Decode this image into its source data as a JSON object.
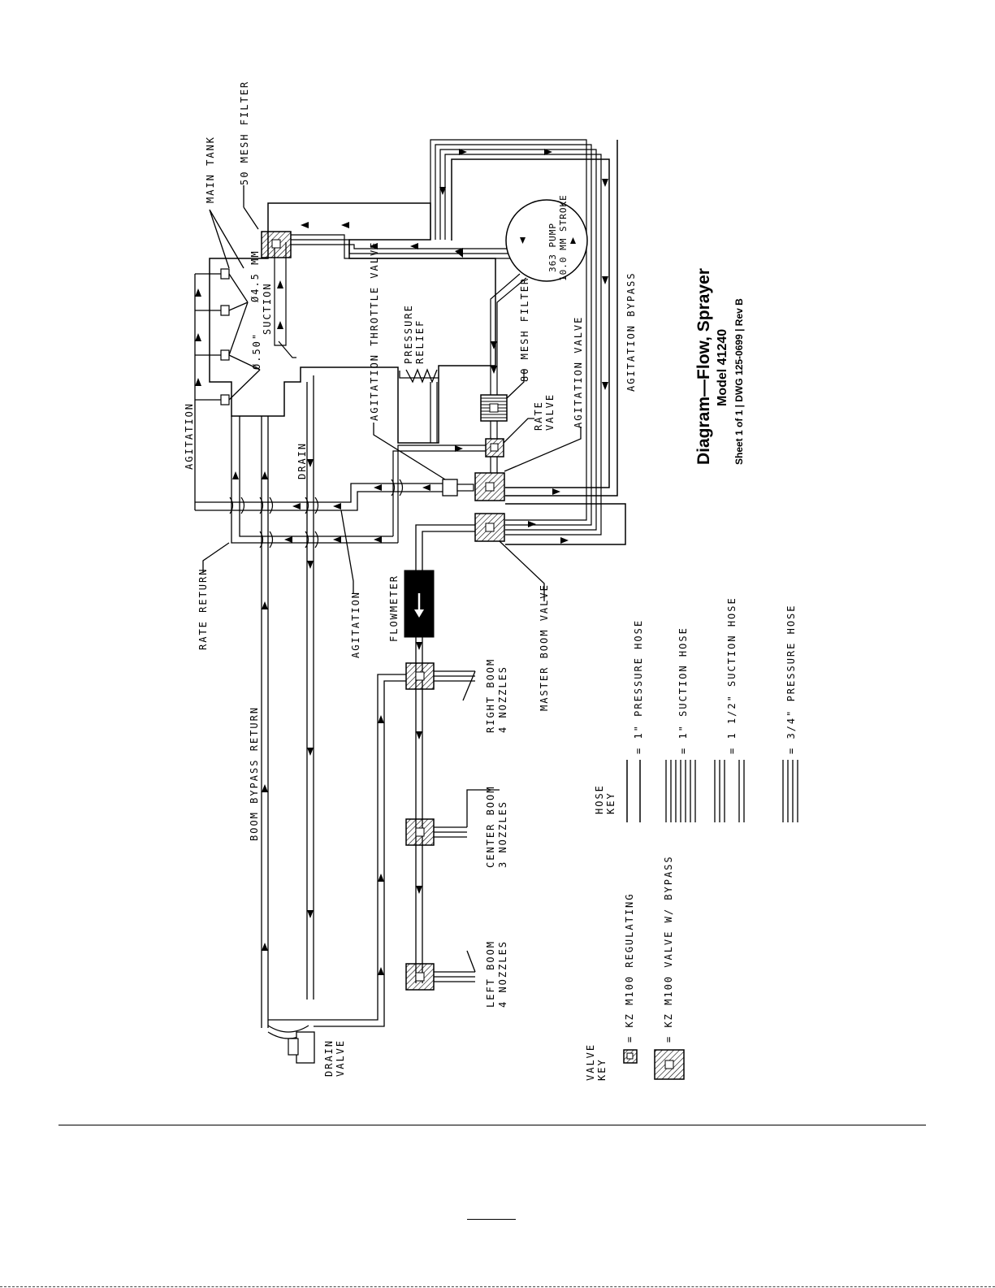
{
  "title_block": {
    "title": "Diagram—Flow, Sprayer",
    "model": "Model 41240",
    "sheet": "Sheet 1 of 1 | DWG 125-0699 | Rev B"
  },
  "labels": {
    "main_tank": "MAIN TANK",
    "mesh_50": "50 MESH FILTER",
    "dia_45": "Ø4.5 MM",
    "suction": "SUCTION",
    "dia_050": "Ø.50\"",
    "agitation_top": "AGITATION",
    "drain": "DRAIN",
    "throttle": "AGITATION THROTTLE VALVE",
    "pressure": "PRESSURE",
    "relief": "RELIEF",
    "mesh_80": "80 MESH FILTER",
    "rate": "RATE",
    "valve": "VALVE",
    "agitation_valve": "AGITATION VALVE",
    "agitation_bypass": "AGITATION BYPASS",
    "pump_1": "363 PUMP",
    "pump_2": "10.0 MM STROKE",
    "rate_return": "RATE RETURN",
    "agitation_low": "AGITATION",
    "flowmeter": "FLOWMETER",
    "master_boom": "MASTER BOOM VALVE",
    "boom_bypass": "BOOM BYPASS RETURN",
    "right_boom_1": "RIGHT BOOM",
    "right_boom_2": "4 NOZZLES",
    "center_boom_1": "CENTER BOOM",
    "center_boom_2": "3 NOZZLES",
    "left_boom_1": "LEFT BOOM",
    "left_boom_2": "4 NOZZLES",
    "drain_valve_1": "DRAIN",
    "drain_valve_2": "VALVE"
  },
  "valve_key": {
    "title_1": "VALVE",
    "title_2": "KEY",
    "items": [
      "= KZ M100 REGULATING",
      "= KZ M100 VALVE W/ BYPASS"
    ]
  },
  "hose_key": {
    "title_1": "HOSE",
    "title_2": "KEY",
    "items": [
      "= 1\" PRESSURE HOSE",
      "= 1\" SUCTION HOSE",
      "= 1 1/2\" SUCTION HOSE",
      "= 3/4\" PRESSURE HOSE"
    ]
  }
}
